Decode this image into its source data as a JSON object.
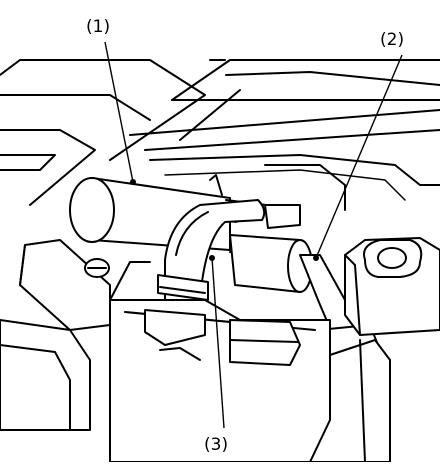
{
  "callouts": {
    "c1": "(1)",
    "c2": "(2)",
    "c3": "(3)"
  },
  "colors": {
    "line": "#000000",
    "background": "#ffffff"
  }
}
